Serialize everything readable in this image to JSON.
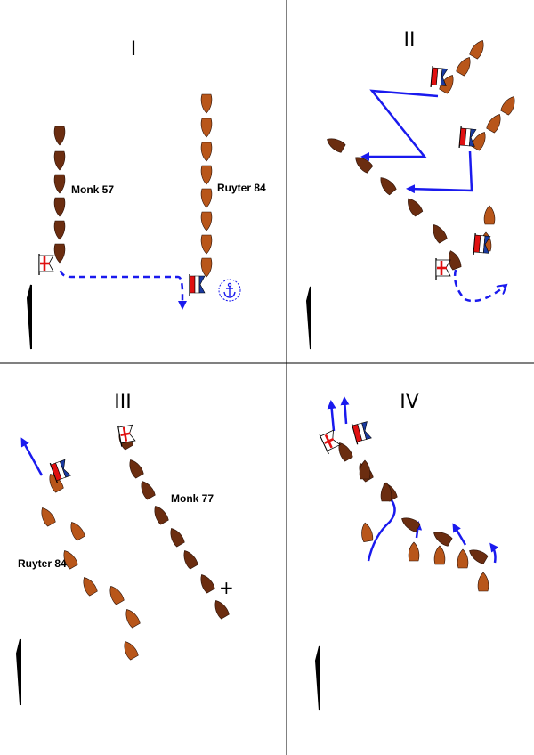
{
  "panels": [
    {
      "numeral": "I",
      "fleet_labels": [
        "Monk 57",
        "Ruyter 84"
      ]
    },
    {
      "numeral": "II",
      "fleet_labels": []
    },
    {
      "numeral": "III",
      "fleet_labels": [
        "Monk 77",
        "Ruyter 84"
      ],
      "marker": "+"
    },
    {
      "numeral": "IV",
      "fleet_labels": []
    }
  ],
  "colors": {
    "english_ship": "#6b2d10",
    "dutch_ship": "#b8561a",
    "movement_arrow": "#1a1aee",
    "grid_line": "#000000",
    "english_flag_cross": "#e01010",
    "dutch_flag": [
      "#e01010",
      "#ffffff",
      "#1a3aa0"
    ]
  },
  "icons": [
    "anchor-icon",
    "north-arrow-icon",
    "english-flag-icon",
    "dutch-flag-icon",
    "ship-icon"
  ]
}
